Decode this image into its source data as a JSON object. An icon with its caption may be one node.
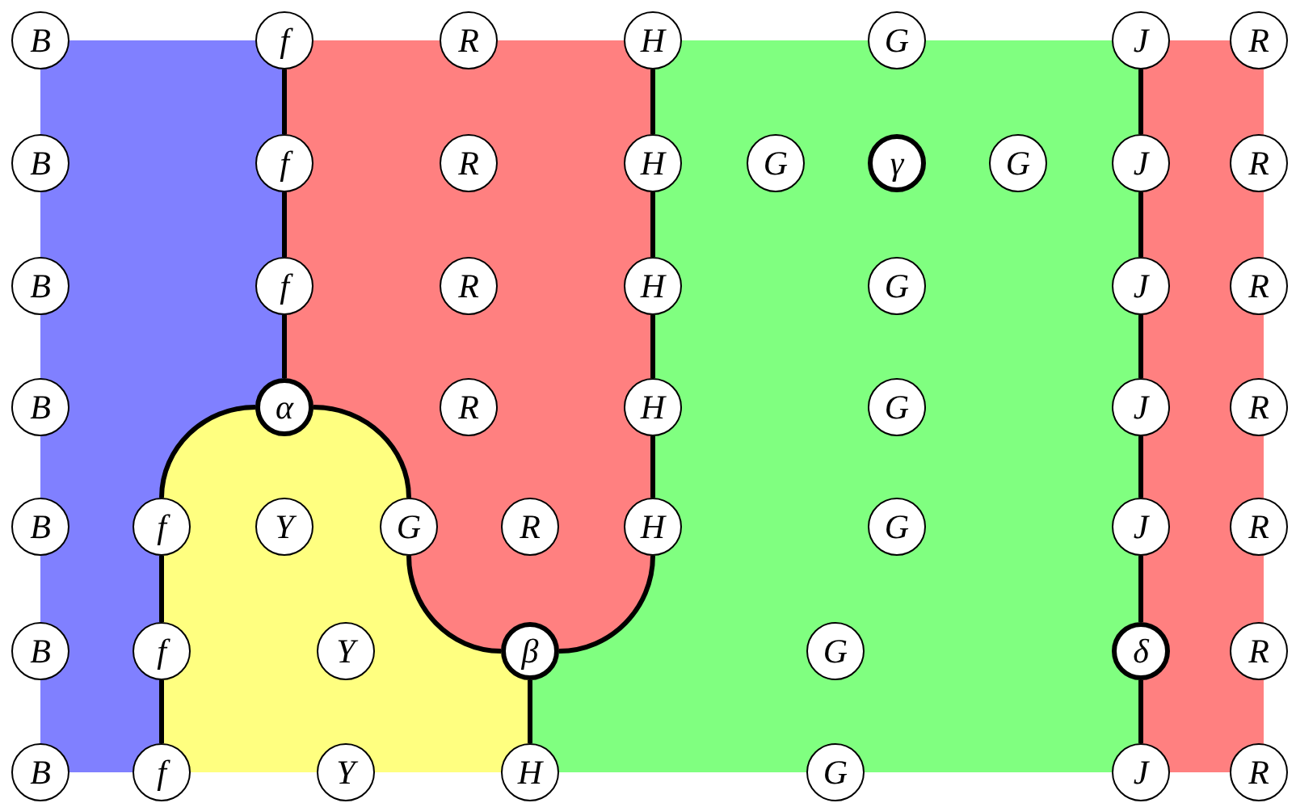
{
  "diagram": {
    "nodes": [
      {
        "text": [
          "B"
        ]
      },
      {
        "text": [
          "f"
        ]
      },
      {
        "text": [
          "R"
        ]
      },
      {
        "text": [
          "H"
        ]
      },
      {
        "text": [
          "G"
        ]
      },
      {
        "text": [
          "J"
        ]
      },
      {
        "text": [
          "R"
        ]
      },
      {
        "text": [
          "B"
        ]
      },
      {
        "text": [
          "f"
        ]
      },
      {
        "text": [
          "R"
        ]
      },
      {
        "text": [
          "H"
        ]
      },
      {
        "text": [
          "G"
        ]
      },
      {
        "text": [
          "γ"
        ]
      },
      {
        "text": [
          "G"
        ]
      },
      {
        "text": [
          "J"
        ]
      },
      {
        "text": [
          "R"
        ]
      },
      {
        "text": [
          "B"
        ]
      },
      {
        "text": [
          "f"
        ]
      },
      {
        "text": [
          "R"
        ]
      },
      {
        "text": [
          "H"
        ]
      },
      {
        "text": [
          "G"
        ]
      },
      {
        "text": [
          "J"
        ]
      },
      {
        "text": [
          "R"
        ]
      },
      {
        "text": [
          "B"
        ]
      },
      {
        "text": [
          "α"
        ]
      },
      {
        "text": [
          "R"
        ]
      },
      {
        "text": [
          "H"
        ]
      },
      {
        "text": [
          "G"
        ]
      },
      {
        "text": [
          "J"
        ]
      },
      {
        "text": [
          "R"
        ]
      },
      {
        "text": [
          "B"
        ]
      },
      {
        "text": [
          "f"
        ]
      },
      {
        "text": [
          "Y"
        ]
      },
      {
        "text": [
          "G"
        ]
      },
      {
        "text": [
          "R"
        ]
      },
      {
        "text": [
          "H"
        ]
      },
      {
        "text": [
          "G"
        ]
      },
      {
        "text": [
          "J"
        ]
      },
      {
        "text": [
          "R"
        ]
      },
      {
        "text": [
          "B"
        ]
      },
      {
        "text": [
          "f"
        ]
      },
      {
        "text": [
          "Y"
        ]
      },
      {
        "text": [
          "β"
        ]
      },
      {
        "text": [
          "G"
        ]
      },
      {
        "text": [
          "δ"
        ]
      },
      {
        "text": [
          "R"
        ]
      },
      {
        "text": [
          "B"
        ]
      },
      {
        "text": [
          "f"
        ]
      },
      {
        "text": [
          "Y"
        ]
      },
      {
        "text": [
          "H"
        ]
      },
      {
        "text": [
          "G"
        ]
      },
      {
        "text": [
          "J"
        ]
      },
      {
        "text": [
          "R"
        ]
      }
    ],
    "edges": [
      {
        "from": 1,
        "to": 8,
        "arrow": "none"
      },
      {
        "from": 8,
        "to": 17,
        "arrow": "none"
      },
      {
        "from": 17,
        "to": 24,
        "arrow": "none"
      },
      {
        "from": 24,
        "to": 31,
        "arrow": "none"
      },
      {
        "from": 31,
        "to": 40,
        "arrow": "none"
      },
      {
        "from": 40,
        "to": 47,
        "arrow": "none"
      },
      {
        "from": 24,
        "to": 33,
        "arrow": "none"
      },
      {
        "from": 33,
        "to": 42,
        "arrow": "none"
      },
      {
        "from": 3,
        "to": 10,
        "arrow": "none"
      },
      {
        "from": 10,
        "to": 19,
        "arrow": "none"
      },
      {
        "from": 19,
        "to": 26,
        "arrow": "none"
      },
      {
        "from": 26,
        "to": 35,
        "arrow": "none"
      },
      {
        "from": 35,
        "to": 42,
        "arrow": "none"
      },
      {
        "from": 42,
        "to": 49,
        "arrow": "none"
      },
      {
        "from": 5,
        "to": 14,
        "arrow": "none"
      },
      {
        "from": 14,
        "to": 21,
        "arrow": "none"
      },
      {
        "from": 21,
        "to": 28,
        "arrow": "none"
      },
      {
        "from": 28,
        "to": 37,
        "arrow": "none"
      },
      {
        "from": 37,
        "to": 44,
        "arrow": "none"
      },
      {
        "from": 44,
        "to": 51,
        "arrow": "none"
      }
    ]
  }
}
